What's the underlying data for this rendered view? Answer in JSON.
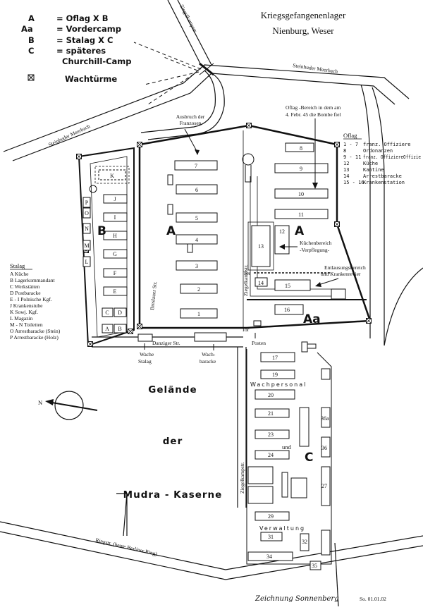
{
  "title": [
    "Kriegsgefangenenlager",
    "Nienburg, Weser"
  ],
  "legend": [
    {
      "key": "A",
      "value": "= Oflag X B"
    },
    {
      "key": "Aa",
      "value": "= Vordercamp"
    },
    {
      "key": "B",
      "value": "= Stalag X C"
    },
    {
      "key": "C",
      "value": "= späteres"
    },
    {
      "key": "",
      "value": "Churchill-Camp"
    }
  ],
  "legend_tower": "Wachtürme",
  "roads": {
    "steinhuder_top": "Steinhuder Meerbach",
    "steinhuder_left": "Steinhuder Meerbach",
    "ziegelkamp_top": "Ziegelkampstr.",
    "breslauer": "Breslauer Str.",
    "ziegelkamp_mid": "Ziegelkampstr.",
    "danziger": "Danziger Str.",
    "ziegelkamp_low": "Ziegelkampstr.",
    "ringstr": "Ringstr. (heute Berliner Ring)"
  },
  "annotations": {
    "ausbruch": [
      "Ausbruch der",
      "Franzosen"
    ],
    "bombe": [
      "Oflag -Bereich in dem am",
      "4. Febr. 45 die Bombe fiel"
    ],
    "kuechen": [
      "Küchenbereich",
      "-Verpflegung-"
    ],
    "entlausung": [
      "Entlausungsbereich",
      "und Krankenrevier"
    ],
    "tor1": "Tor",
    "tor2": "Tor",
    "posten": "Posten",
    "wache": [
      "Wache",
      "Stalag"
    ],
    "wachbaracke": [
      "Wach-",
      "baracke"
    ],
    "wachpersonal": "Wachpersonal",
    "und": "und",
    "verwaltung": "Verwaltung"
  },
  "zones": {
    "A1": "A",
    "A2": "A",
    "B": "B",
    "Aa": "Aa",
    "C": "C"
  },
  "oflag_legend": {
    "heading": "Oflag",
    "items": [
      {
        "k": "1 - 7",
        "v": "franz. Offiziere"
      },
      {
        "k": "8",
        "v": "Ordonanzen"
      },
      {
        "k": "9 - 11",
        "v": "franz. OffiziereOffizie"
      },
      {
        "k": "12",
        "v": "Küche"
      },
      {
        "k": "13",
        "v": "Kantine"
      },
      {
        "k": "14",
        "v": "Arrestbaracke"
      },
      {
        "k": "15 - 16",
        "v": "Krankenstation"
      }
    ]
  },
  "stalag_legend": {
    "heading": "Stalag",
    "items": [
      "A Küche",
      "B Lagerkommandant",
      "C Werkstätten",
      "D Postbaracke",
      "E - I Polnische Kgf.",
      "J Krankenstube",
      "K Sowj. Kgf.",
      "L Magazin",
      "M - N Toiletten",
      "O Arrestbaracke (Stein)",
      "P Arrestbaracke (Holz)"
    ]
  },
  "buildings": {
    "oflag_left": [
      "7",
      "6",
      "5",
      "4",
      "3",
      "2",
      "1"
    ],
    "oflag_right": [
      "8",
      "9",
      "10",
      "11",
      "12",
      "13",
      "14",
      "15",
      "16"
    ],
    "stalag": [
      "K",
      "J",
      "I",
      "H",
      "G",
      "F",
      "E",
      "C",
      "D",
      "A",
      "B",
      "P",
      "O",
      "N",
      "M",
      "L"
    ],
    "churchill": [
      "17",
      "19",
      "20",
      "21",
      "23",
      "24",
      "29",
      "31",
      "32",
      "34",
      "35",
      "36a",
      "36",
      "27"
    ]
  },
  "compass_letter": "N",
  "gelaende": [
    "Gelände",
    "der",
    "Mudra - Kaserne"
  ],
  "signature": "Zeichnung Sonnenberg",
  "footer": "So. 01.01.02",
  "colors": {
    "ink": "#111111",
    "paper": "#ffffff"
  }
}
